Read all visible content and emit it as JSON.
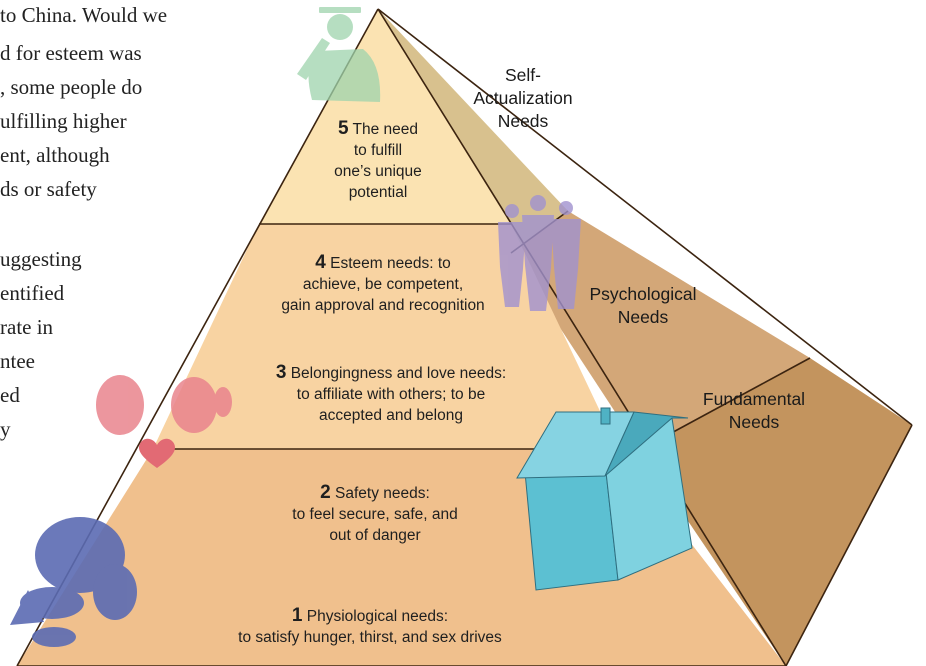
{
  "background_text": {
    "lines": [
      "to China. Would we",
      "d  for  esteem  was",
      ", some people do",
      "ulfilling  higher",
      "ent,  although",
      "ds  or  safety",
      "uggesting",
      "entified",
      "rate in",
      "ntee",
      "ed",
      "y"
    ]
  },
  "pyramid": {
    "levels": [
      {
        "number": "5",
        "lines": [
          "The need",
          "to fulfill",
          "one’s unique",
          "potential"
        ]
      },
      {
        "number": "4",
        "lines": [
          "Esteem needs: to",
          "achieve, be competent,",
          "gain approval and recognition"
        ]
      },
      {
        "number": "3",
        "lines": [
          "Belongingness and love needs:",
          "to affiliate with others; to be",
          "accepted and belong"
        ]
      },
      {
        "number": "2",
        "lines": [
          "Safety needs:",
          "to feel secure, safe, and",
          "out of danger"
        ]
      },
      {
        "number": "1",
        "lines": [
          "Physiological needs:",
          "to satisfy hunger, thirst, and sex drives"
        ]
      }
    ],
    "categories": [
      {
        "lines": [
          "Self-",
          "Actualization",
          "Needs"
        ]
      },
      {
        "lines": [
          "Psychological",
          "Needs"
        ]
      },
      {
        "lines": [
          "Fundamental",
          "Needs"
        ]
      }
    ]
  },
  "colors": {
    "top_tier": "#fbe3b2",
    "middle_tier": "#f8d3a2",
    "bottom_tier": "#f0c08d",
    "side_self": "#d8c18e",
    "side_psych": "#d3a778",
    "side_fund": "#c3945e",
    "outline": "#3c2410",
    "figure_graduate": "#9ed4ad",
    "figure_people": "#a192cf",
    "figure_heads": "#e9848d",
    "figure_heart": "#e26a74",
    "figure_house": "#5cc0d2",
    "figure_crouch": "#5b6bb3"
  },
  "icons": [
    "graduate-figure-icon",
    "walking-people-icon",
    "children-heads-icon",
    "heart-icon",
    "house-icon",
    "crouching-person-icon"
  ]
}
